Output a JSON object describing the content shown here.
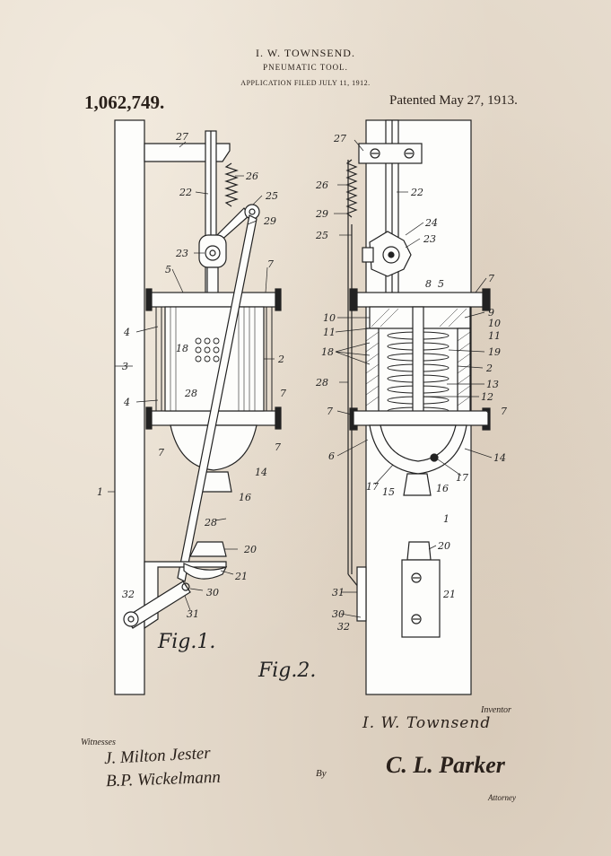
{
  "header": {
    "inventor": "I. W. TOWNSEND.",
    "title": "PNEUMATIC TOOL.",
    "filed": "APPLICATION FILED JULY 11, 1912.",
    "patent_number": "1,062,749.",
    "patented": "Patented May 27, 1913."
  },
  "figures": {
    "fig1_label": "Fig.1.",
    "fig2_label": "Fig.2.",
    "fig1_refs": [
      "27",
      "26",
      "22",
      "25",
      "29",
      "23",
      "5",
      "7",
      "4",
      "18",
      "3",
      "2",
      "28",
      "7",
      "4",
      "7",
      "7",
      "14",
      "16",
      "1",
      "28",
      "20",
      "21",
      "32",
      "30",
      "31"
    ],
    "fig2_refs": [
      "27",
      "22",
      "26",
      "24",
      "29",
      "23",
      "25",
      "8",
      "5",
      "7",
      "10",
      "9",
      "11",
      "10",
      "11",
      "18",
      "19",
      "28",
      "2",
      "13",
      "12",
      "7",
      "7",
      "6",
      "14",
      "17",
      "15",
      "16",
      "17",
      "1",
      "20",
      "21",
      "31",
      "30",
      "32"
    ]
  },
  "footer": {
    "witnesses_label": "Witnesses",
    "witness_1": "J. Milton Jester",
    "witness_2": "B.P. Wickelmann",
    "inventor_label": "Inventor",
    "inventor_name": "I. W. Townsend",
    "by_label": "By",
    "attorney_signature": "C. L. Parker",
    "attorney_label": "Attorney"
  }
}
